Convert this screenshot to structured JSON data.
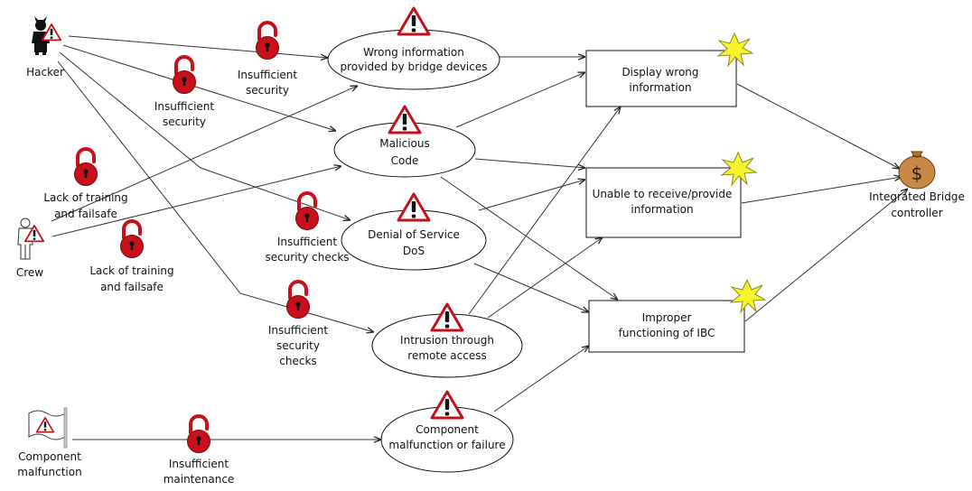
{
  "actors": {
    "hacker": "Hacker",
    "crew": "Crew",
    "component": [
      "Component",
      "malfunction"
    ]
  },
  "threats": {
    "wrong_info": [
      "Wrong information",
      "provided by bridge devices"
    ],
    "malicious": [
      "Malicious",
      "Code"
    ],
    "dos": [
      "Denial of Service",
      "DoS"
    ],
    "intrusion": [
      "Intrusion through",
      "remote access"
    ],
    "component_failure": [
      "Component",
      "malfunction or failure"
    ]
  },
  "impacts": {
    "display_wrong": [
      "Display wrong",
      "information"
    ],
    "unable": [
      "Unable to receive/provide",
      "information"
    ],
    "improper": [
      "Improper",
      "functioning of IBC"
    ]
  },
  "asset": [
    "Integrated Bridge",
    "controller"
  ],
  "asset_symbol": "$",
  "vulnerabilities": {
    "insuff_sec_1": [
      "Insufficient",
      "security"
    ],
    "insuff_sec_2": [
      "Insufficient",
      "security"
    ],
    "lack_training_1": [
      "Lack of training",
      "and failsafe"
    ],
    "lack_training_2": [
      "Lack of training",
      "and failsafe"
    ],
    "insuff_checks_1": [
      "Insufficient",
      "security checks"
    ],
    "insuff_checks_2": [
      "Insufficient",
      "security",
      "checks"
    ],
    "insuff_maint": [
      "Insufficient",
      "maintenance"
    ]
  },
  "icons": {
    "warning": "warning-triangle-icon",
    "lock": "unlocked-padlock-icon",
    "burst": "explosion-burst-icon",
    "money": "money-bag-icon",
    "hacker": "hacker-icon",
    "crew": "crew-person-icon",
    "flag": "warning-flag-icon"
  },
  "colors": {
    "warning_red": "#c0121b",
    "lock_red": "#c8101a",
    "burst_yellow": "#f7f32c",
    "money_brown": "#b8722c"
  }
}
